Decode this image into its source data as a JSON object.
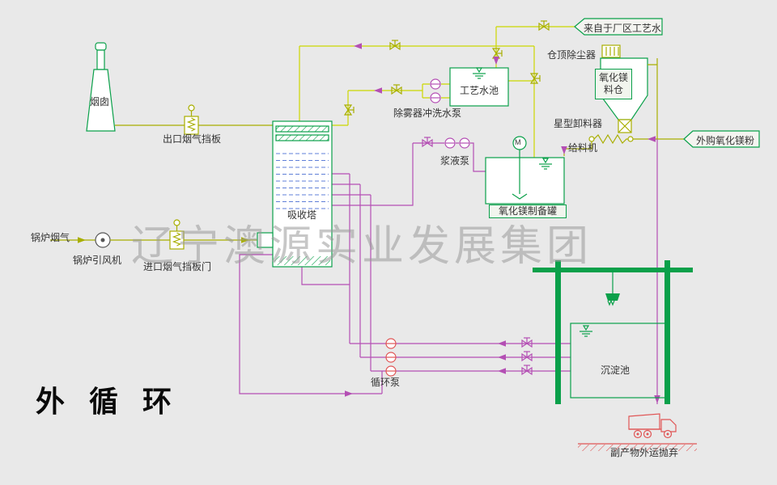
{
  "title": "外 循 环",
  "watermark": "辽宁澳源实业发展集团",
  "flags": {
    "plant_process_water": "来自于厂区工艺水",
    "purchased_mgo_powder": "外购氧化镁粉"
  },
  "equipment_labels": {
    "chimney": "烟囱",
    "outlet_damper": "出口烟气挡板",
    "absorber_tower": "吸收塔",
    "boiler_flue_gas": "锅炉烟气",
    "boiler_id_fan": "锅炉引风机",
    "inlet_damper": "进口烟气挡板门",
    "demister_flush_pump": "除雾器冲洗水泵",
    "process_water_pool": "工艺水池",
    "silo_top_dust_collector": "仓顶除尘器",
    "mgo_silo": "氧化镁料仓",
    "star_discharger": "星型卸料器",
    "feeder": "给料机",
    "slurry_pump": "浆液泵",
    "mgo_prep_tank": "氧化镁制备罐",
    "circulation_pump": "循环泵",
    "sedimentation_pool": "沉淀池",
    "byproduct_disposal": "副产物外运抛弃",
    "mixer_motor": "M"
  },
  "colors": {
    "background": "#e9e9e9",
    "equipment_green": "#0aa04a",
    "gas_line_olive": "#a8ae00",
    "water_line_yellowgreen": "#ccd800",
    "slurry_line_magenta": "#b44fb4",
    "spray_line_blue": "#5f7fd8",
    "red_accent": "#e05555",
    "text_dark": "#333333",
    "watermark_gray": "#9a9a9a"
  }
}
